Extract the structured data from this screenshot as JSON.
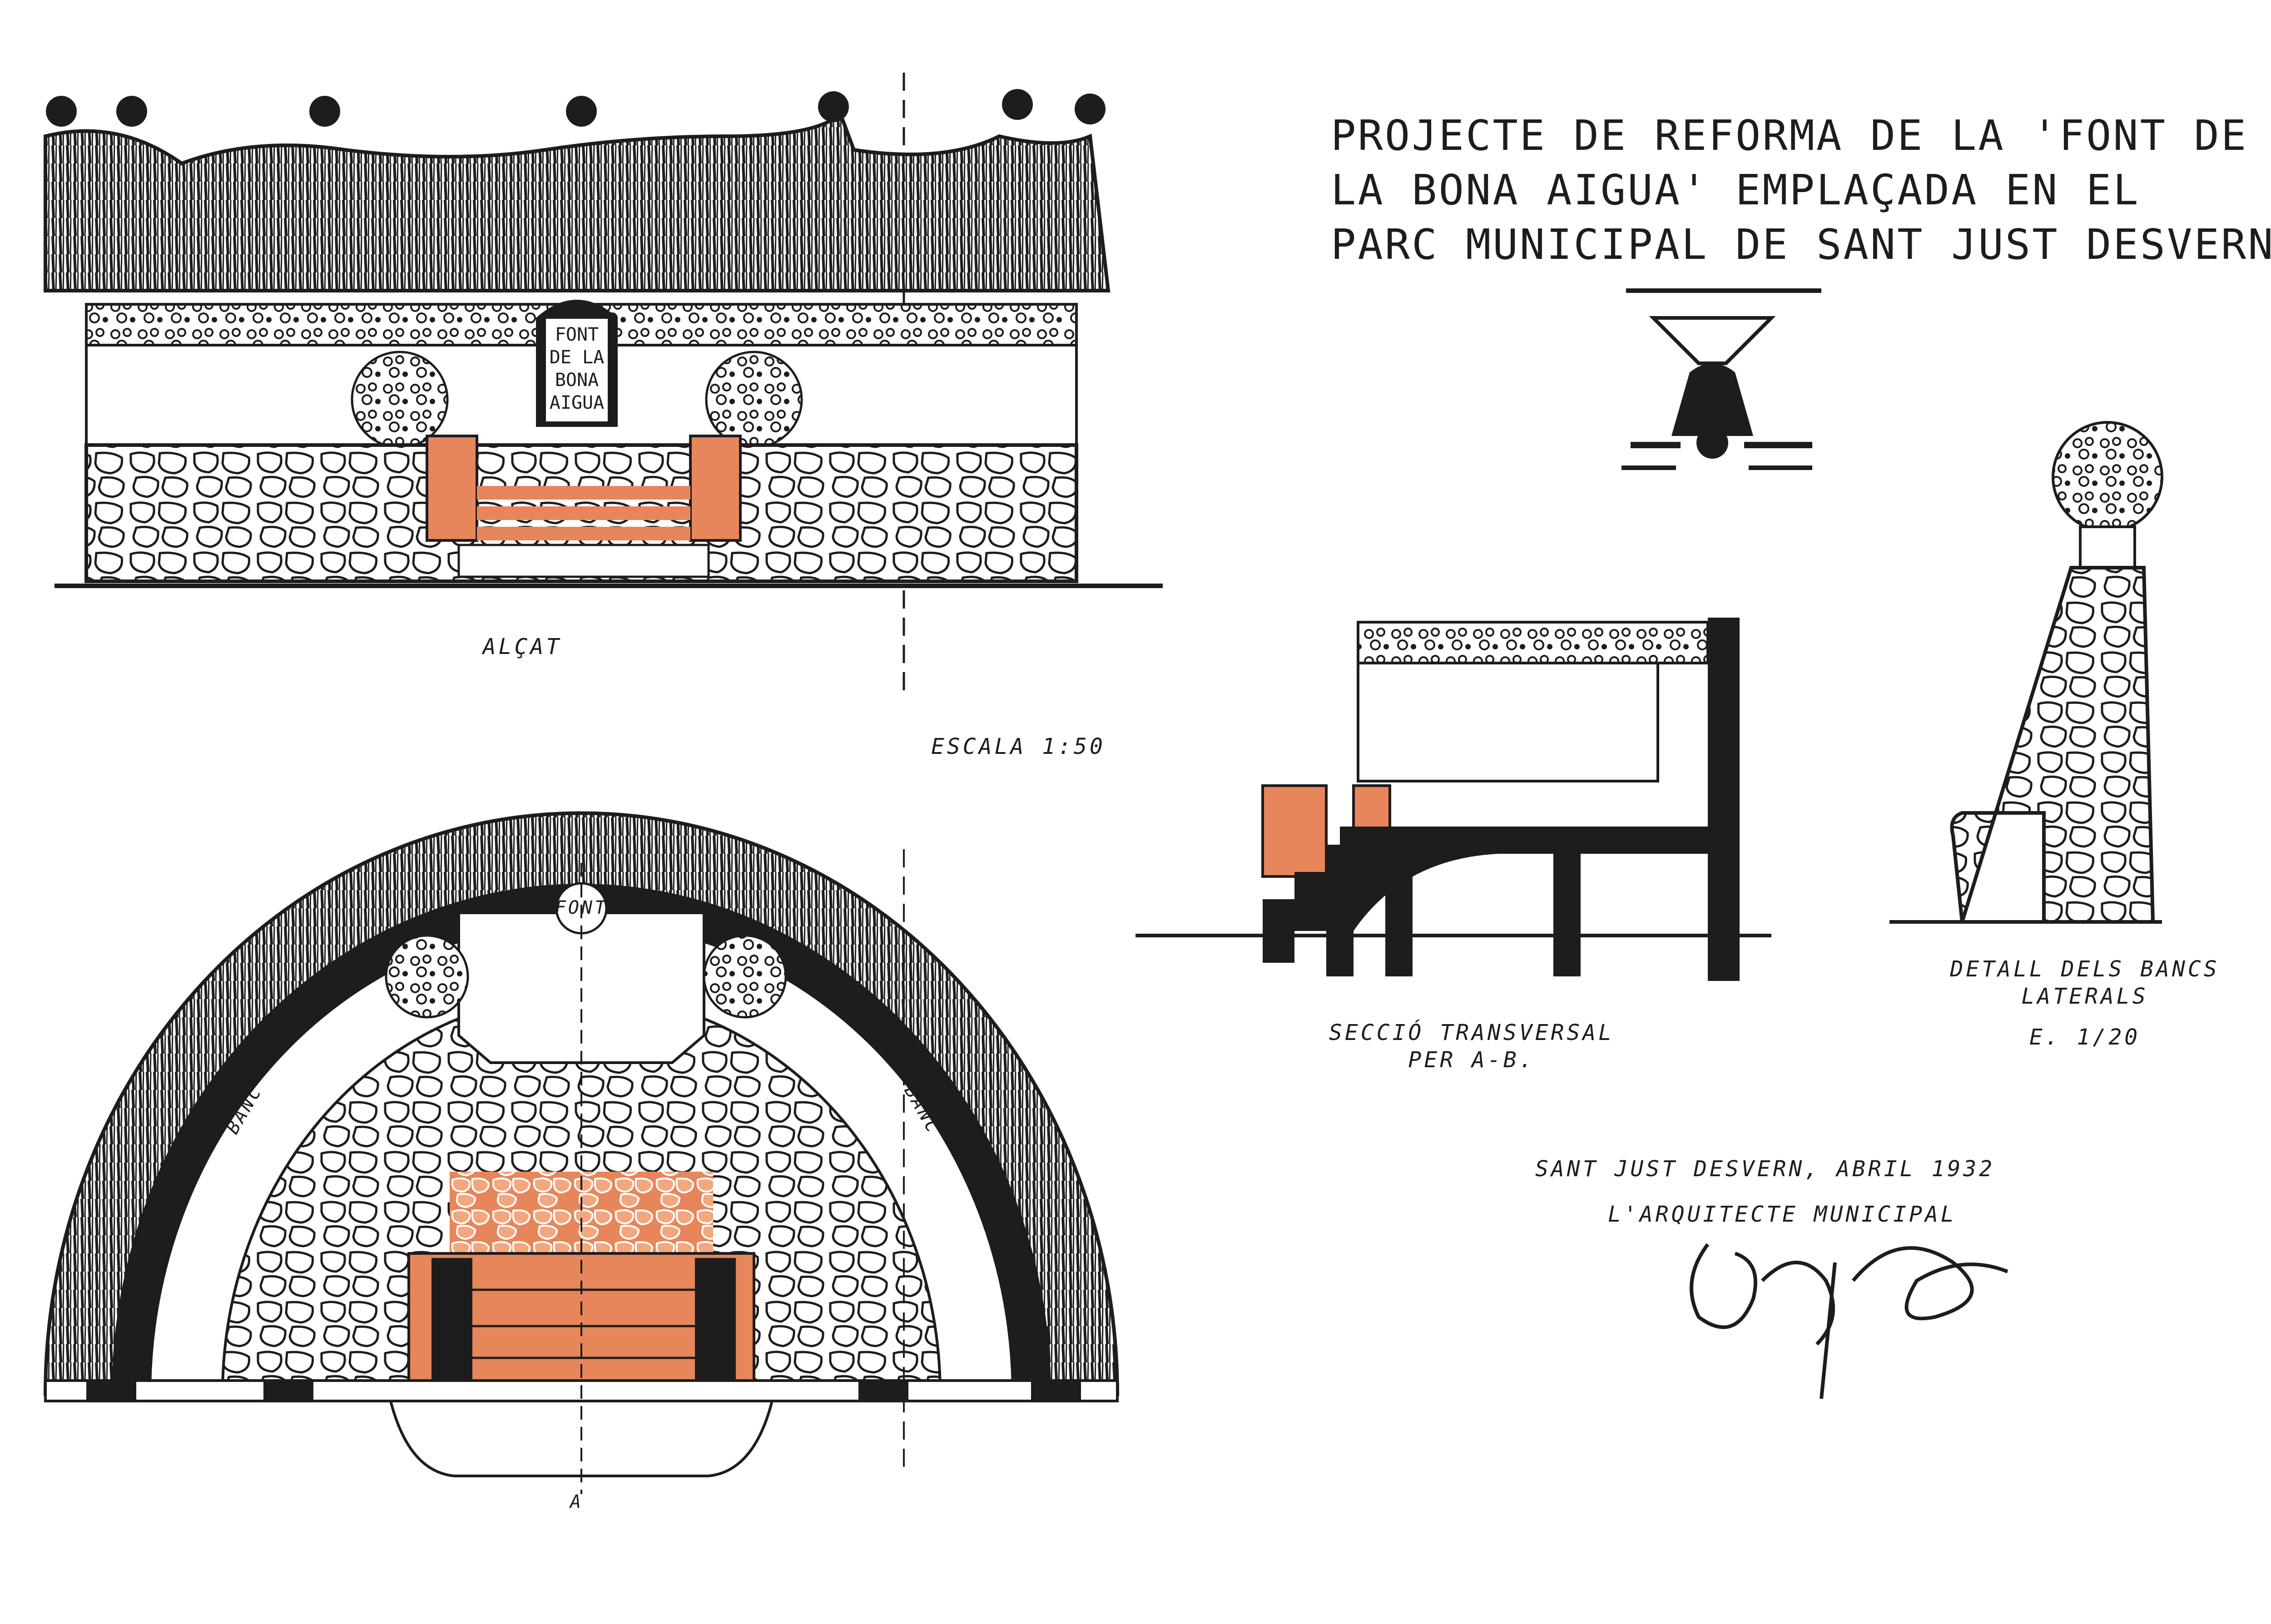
{
  "title": {
    "line1": "PROJECTE DE REFORMA DE LA 'FONT DE",
    "line2": "LA BONA AIGUA' EMPLAÇADA EN EL",
    "line3": "PARC MUNICIPAL DE SANT JUST DESVERN."
  },
  "elevation": {
    "caption": "ALÇAT",
    "plaque": [
      "FONT",
      "DE LA",
      "BONA",
      "AIGUA"
    ]
  },
  "scale_label": "ESCALA 1:50",
  "plan": {
    "font_label": "FONT",
    "bench_label_left": "BANC",
    "bench_label_right": "BANC",
    "section_mark": "A"
  },
  "section": {
    "caption_line1": "SECCIÓ TRANSVERSAL",
    "caption_line2": "PER A-B."
  },
  "bench_detail": {
    "caption_line1": "DETALL DELS BANCS",
    "caption_line2": "LATERALS",
    "scale": "E. 1/20"
  },
  "footer": {
    "place_date": "SANT JUST DESVERN, ABRIL 1932",
    "role": "L'ARQUITECTE MUNICIPAL"
  },
  "colors": {
    "ink": "#1d1d1d",
    "terracotta": "#e7865a",
    "paper": "#ffffff"
  }
}
